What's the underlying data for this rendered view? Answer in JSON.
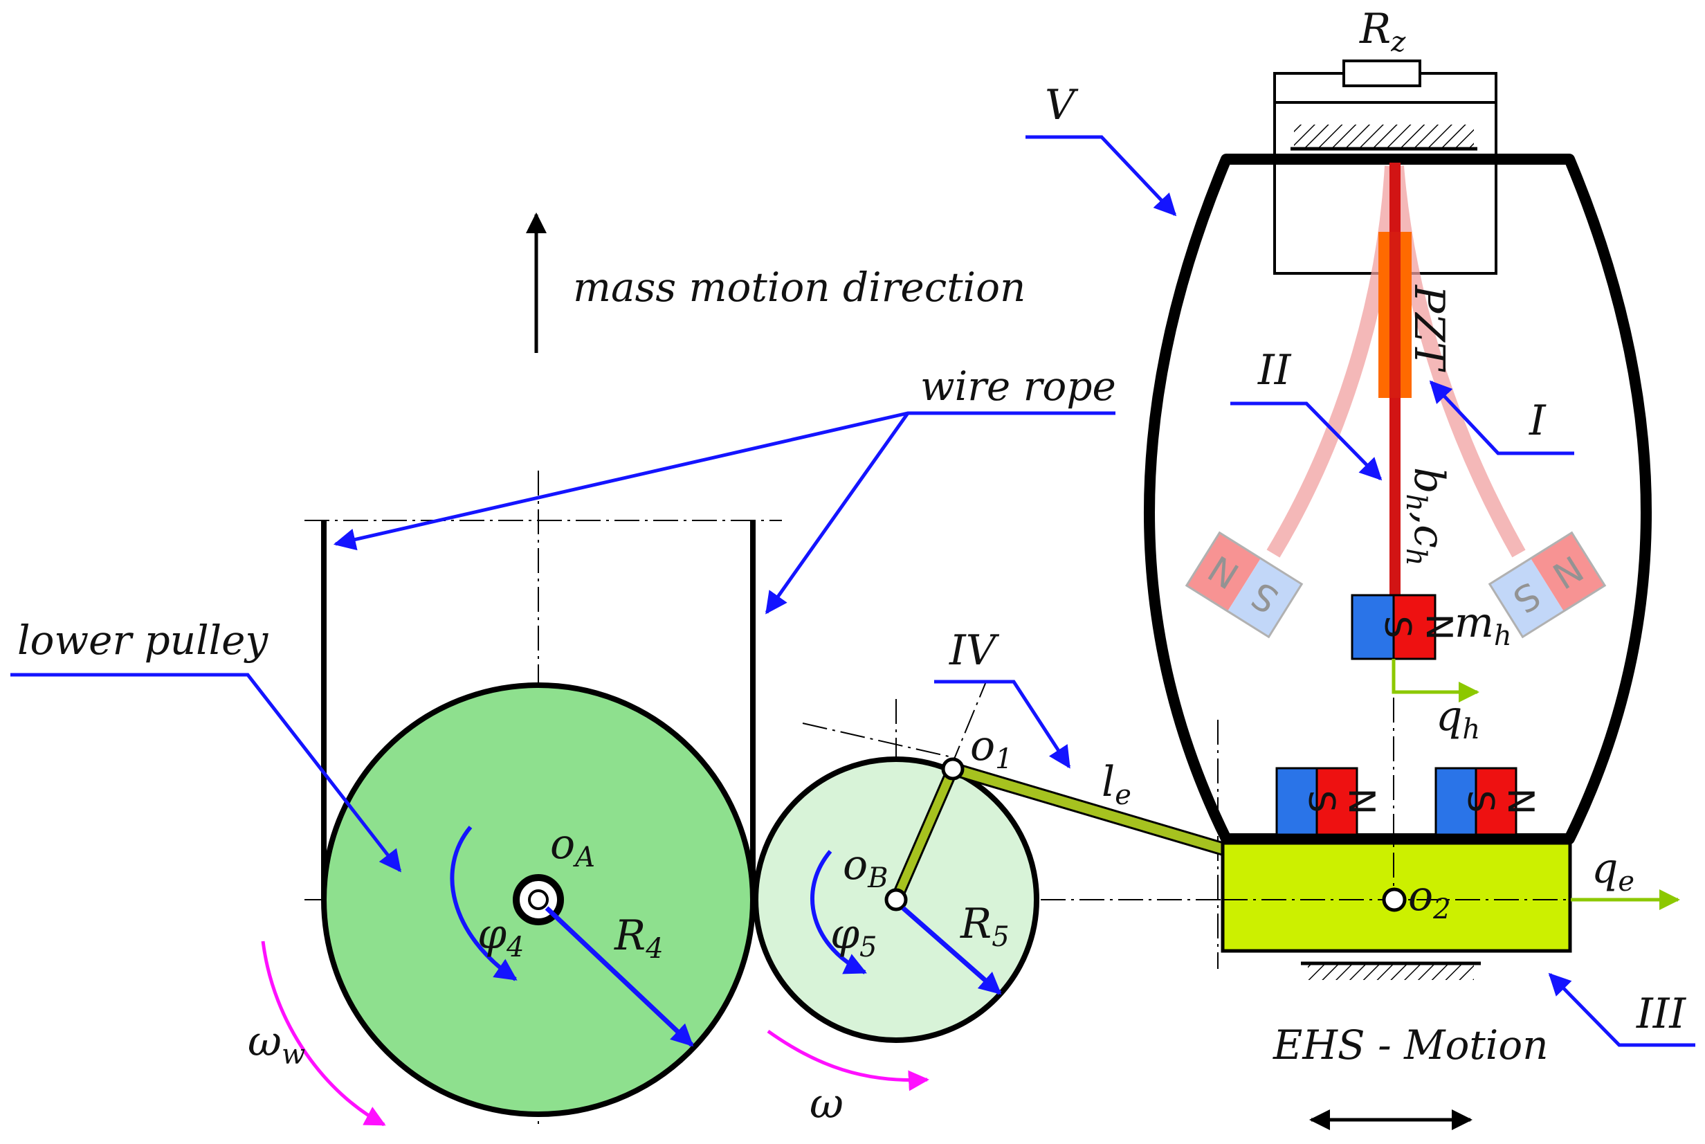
{
  "labels": {
    "mass_motion_direction": "mass motion direction",
    "wire_rope": "wire rope",
    "lower_pulley": "lower pulley",
    "ehs_motion": "EHS - Motion",
    "pzt": "PZT"
  },
  "roman": {
    "I": "I",
    "II": "II",
    "III": "III",
    "IV": "IV",
    "V": "V"
  },
  "symbols": {
    "Rz": {
      "main": "R",
      "sub": "z"
    },
    "oA": {
      "main": "o",
      "sub": "A"
    },
    "oB": {
      "main": "o",
      "sub": "B"
    },
    "o1": {
      "main": "o",
      "sub": "1"
    },
    "o2": {
      "main": "o",
      "sub": "2"
    },
    "phi4": {
      "main": "φ",
      "sub": "4"
    },
    "phi5": {
      "main": "φ",
      "sub": "5"
    },
    "R4": {
      "main": "R",
      "sub": "4"
    },
    "R5": {
      "main": "R",
      "sub": "5"
    },
    "le": {
      "main": "l",
      "sub": "e"
    },
    "qe": {
      "main": "q",
      "sub": "e"
    },
    "qh": {
      "main": "q",
      "sub": "h"
    },
    "mh": {
      "main": "m",
      "sub": "h"
    },
    "omega_w": {
      "main": "ω",
      "sub": "w"
    },
    "omega": {
      "main": "ω"
    },
    "bh_ch": {
      "b": "b",
      "bsub": "h",
      "sep": ",",
      "c": "c",
      "csub": "h"
    }
  },
  "magnet": {
    "south": "S",
    "north": "N"
  },
  "colors": {
    "callout": "#1414ff",
    "pulley_large": "#8ee08e",
    "pulley_small": "#d8f3d8",
    "link": "#a6c21f",
    "slider": "#ccf000",
    "beam": "#d21414",
    "pzt": "#ff6a00",
    "magnet_south": "#2a74e8",
    "magnet_north": "#ee1111",
    "rotation": "#ff10ff",
    "q_arrow": "#8cc800"
  }
}
